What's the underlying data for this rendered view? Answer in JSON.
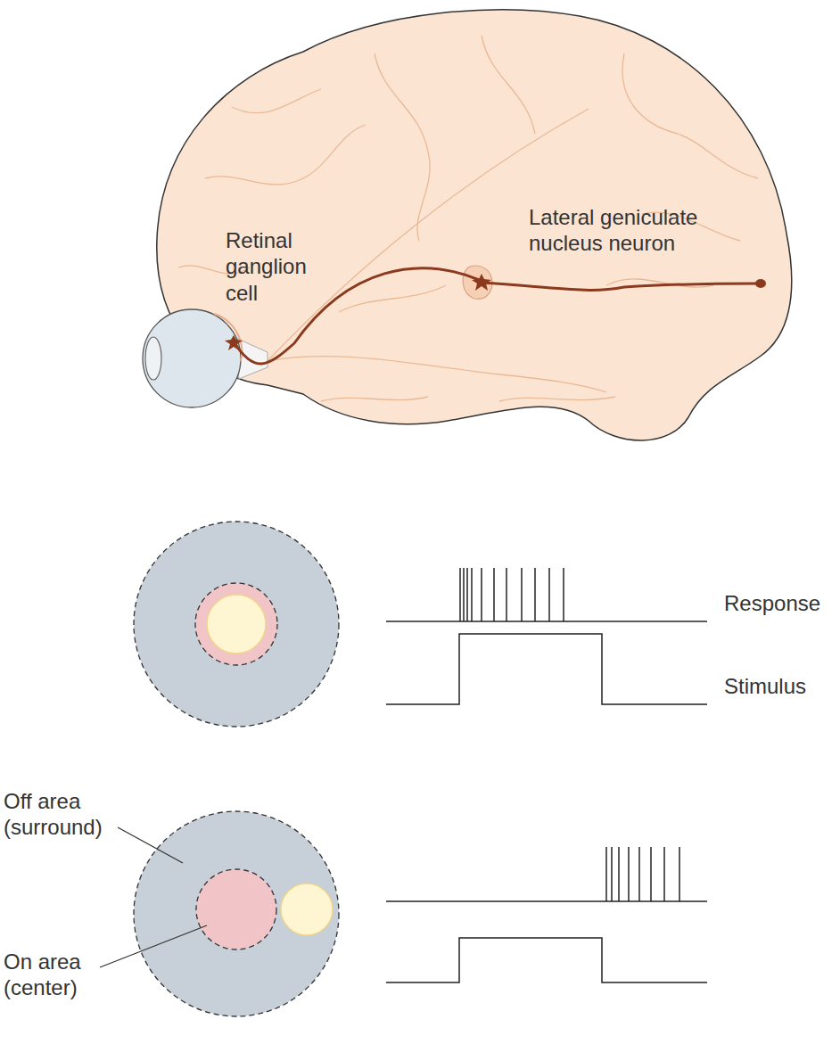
{
  "diagram": {
    "labels": [
      "Retinal ganglion cell",
      "Lateral geniculate nucleus neuron",
      "Response",
      "Stimulus",
      "Off area (surround)",
      "On area (center)"
    ]
  }
}
